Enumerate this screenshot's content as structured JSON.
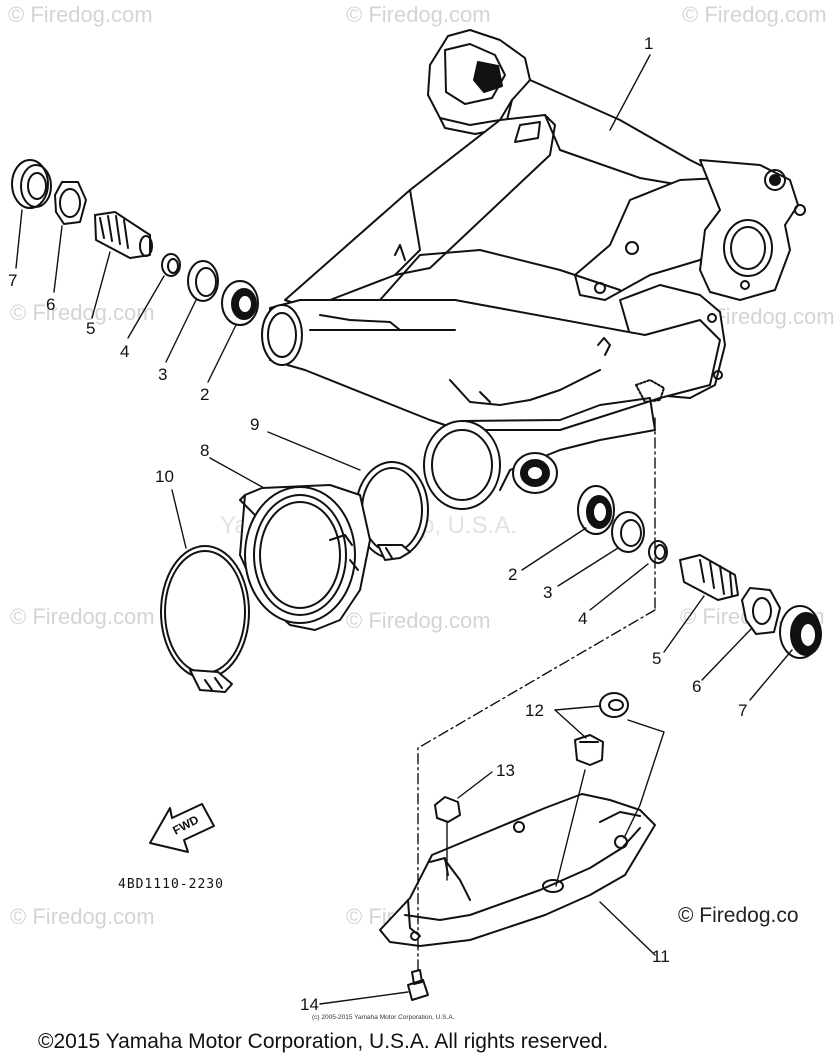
{
  "watermarks": {
    "site": "© Firedog.com",
    "corp": "Yamaha Motor Corp, U.S.A."
  },
  "callouts": {
    "c1": "1",
    "c2_left": "2",
    "c3_left": "3",
    "c4_left": "4",
    "c5_left": "5",
    "c6_left": "6",
    "c7_left": "7",
    "c2_right": "2",
    "c3_right": "3",
    "c4_right": "4",
    "c5_right": "5",
    "c6_right": "6",
    "c7_right": "7",
    "c8": "8",
    "c9": "9",
    "c10": "10",
    "c11": "11",
    "c12": "12",
    "c13": "13",
    "c14": "14"
  },
  "arrow_label": "FWD",
  "diagram_code": "4BD1110-2230",
  "fine_print": "(c) 2005-2015 Yamaha Motor Corporation, U.S.A.",
  "bottom_right_watermark": "© Firedog.co",
  "copyright": "©2015 Yamaha Motor Corporation, U.S.A. All rights reserved."
}
